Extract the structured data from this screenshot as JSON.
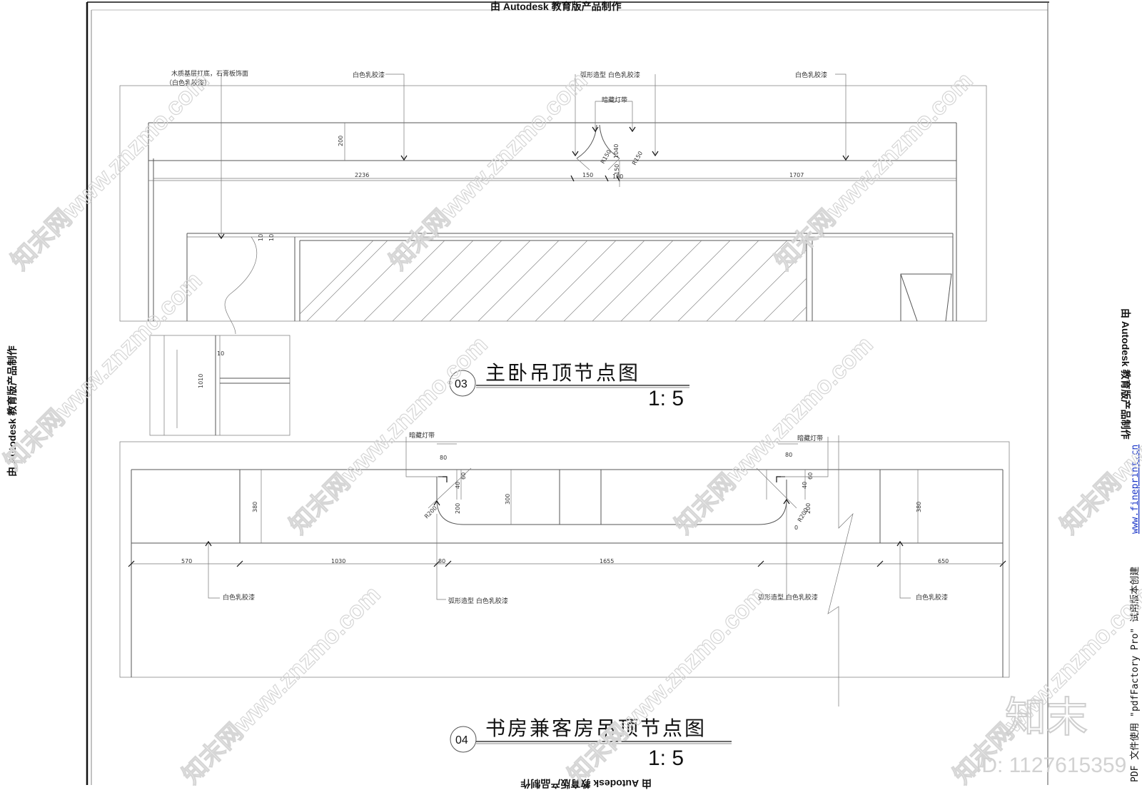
{
  "edu_stamp": "由 Autodesk 教育版产品制作",
  "drawing_03": {
    "number": "03",
    "title": "主卧吊顶节点图",
    "scale": "1: 5",
    "notes": {
      "wood_base": "木质基层打底，石膏板饰面",
      "wood_base_sub": "（白色乳胶漆）",
      "white_paint_left": "白色乳胶漆",
      "arc_shape": "弧形造型 白色乳胶漆",
      "white_paint_right": "白色乳胶漆",
      "hidden_light": "暗藏灯带"
    },
    "dims": {
      "h200": "200",
      "d2236": "2236",
      "d150": "150",
      "d180": "180",
      "d1707": "1707",
      "r150a": "R150",
      "r150b": "R150",
      "d1040": "1040",
      "d150v": "150",
      "d10a": "10",
      "d10b": "10",
      "d10c": "10",
      "d1010": "1010"
    }
  },
  "drawing_04": {
    "number": "04",
    "title": "书房兼客房吊顶节点图",
    "scale": "1: 5",
    "notes": {
      "hidden_light_left": "暗藏灯带",
      "hidden_light_right": "暗藏灯带",
      "white_paint_left": "白色乳胶漆",
      "arc_left": "弧形造型 白色乳胶漆",
      "arc_right": "弧形造型 白色乳胶漆",
      "white_paint_right": "白色乳胶漆"
    },
    "dims": {
      "d80a": "80",
      "d80b": "80",
      "d40a": "40",
      "d60a": "60",
      "d40b": "40",
      "d60b": "60",
      "d380a": "380",
      "d380b": "380",
      "d300": "300",
      "d200a": "200",
      "d200b": "200",
      "r200a": "R200",
      "r200b": "R200",
      "d0": "0",
      "d570": "570",
      "d1030": "1030",
      "d80c": "80",
      "d1655": "1655",
      "d650": "650"
    }
  },
  "sidebar": {
    "pdf_note": "PDF 文件使用 \"pdfFactory Pro\" 试用版本创建",
    "link": "www.fineprint.cn"
  },
  "watermark": {
    "site": "知末网www.znzmo.com",
    "logo": "知末",
    "id": "ID: 1127615359"
  }
}
